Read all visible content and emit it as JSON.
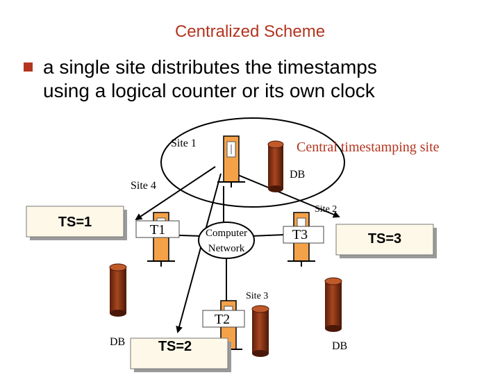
{
  "title": "Centralized Scheme",
  "bullet": {
    "line1": "a single site distributes the timestamps",
    "line2": "using a logical counter or its own clock"
  },
  "labels": {
    "site1": "Site 1",
    "central": "Central timestamping site",
    "db_central": "DB",
    "site4": "Site 4",
    "site2": "Site 2",
    "site3": "Site 3",
    "network_line1": "Computer",
    "network_line2": "Network",
    "db_left": "DB",
    "db_right": "DB"
  },
  "transactions": {
    "t1": "T1",
    "t2": "T2",
    "t3": "T3"
  },
  "timestamps": {
    "ts1": "TS=1",
    "ts2": "TS=2",
    "ts3": "TS=3"
  },
  "colors": {
    "title": "#b3341f",
    "bullet_marker": "#b3341f",
    "server_orange": "#f4a24a",
    "db_brown": "#8b3a1c"
  }
}
